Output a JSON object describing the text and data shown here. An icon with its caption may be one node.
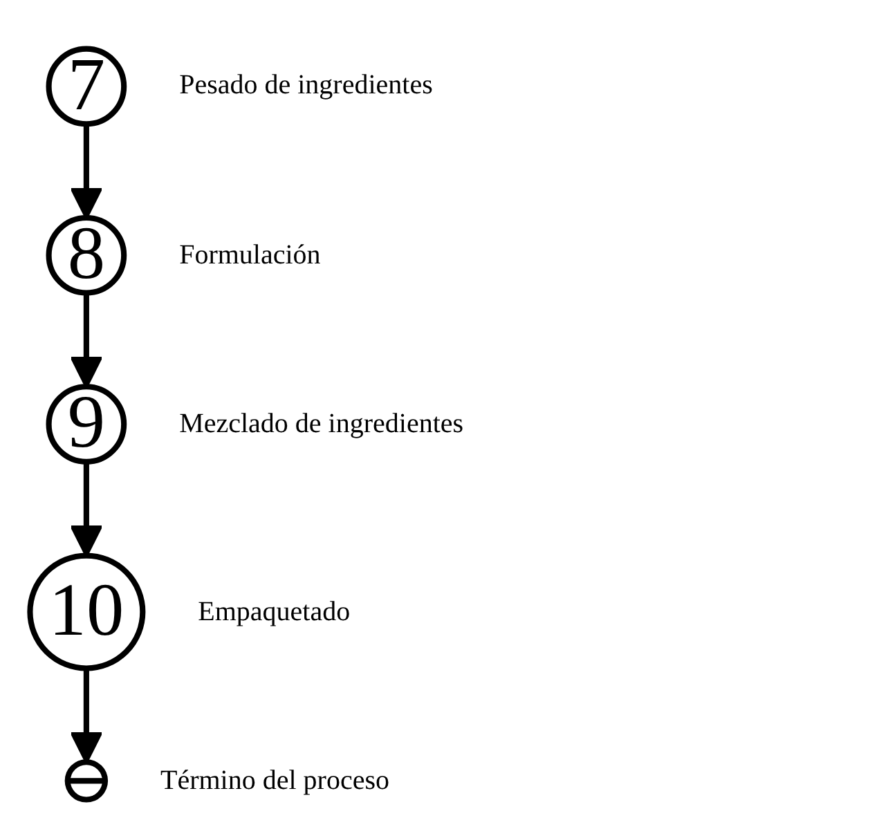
{
  "diagram": {
    "nodes": [
      {
        "text": [
          "7"
        ],
        "beside": [
          "Pesado de ingredientes"
        ]
      },
      {
        "text": [
          "8"
        ],
        "beside": [
          "Formulación"
        ]
      },
      {
        "text": [
          "9"
        ],
        "beside": [
          "Mezclado de ingredientes"
        ]
      },
      {
        "text": [
          "10"
        ],
        "beside": [
          "Empaquetado"
        ]
      },
      {
        "text": [],
        "shape": "circle",
        "beside": [
          "Término del proceso"
        ]
      }
    ],
    "edges": [
      {
        "from": 0,
        "to": 1,
        "arrow": "to"
      },
      {
        "from": 1,
        "to": 2,
        "arrow": "to"
      },
      {
        "from": 2,
        "to": 3,
        "arrow": "to"
      },
      {
        "from": 3,
        "to": 4,
        "arrow": "to"
      }
    ]
  }
}
